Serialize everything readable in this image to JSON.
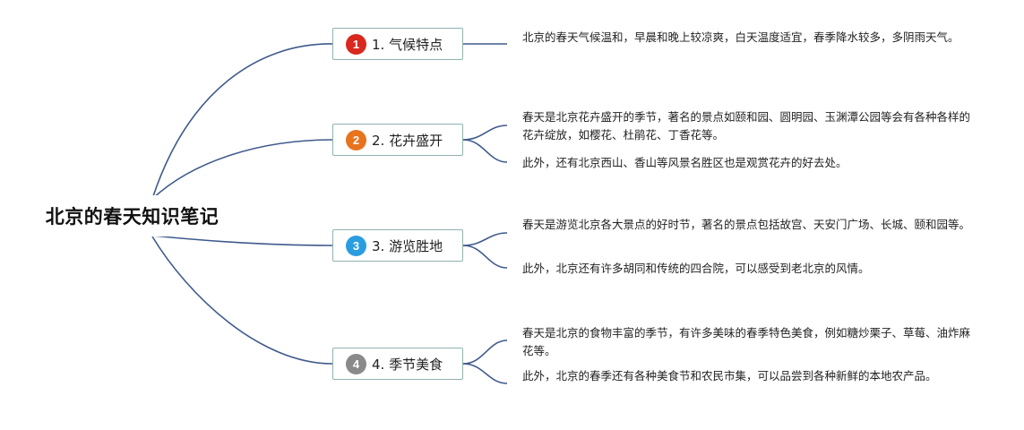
{
  "root": {
    "title": "北京的春天知识笔记"
  },
  "branches": [
    {
      "num": "1",
      "label": "1. 气候特点",
      "color": "#d9281e",
      "notes": [
        "北京的春天气候温和，早晨和晚上较凉爽，白天温度适宜，春季降水较多，多阴雨天气。"
      ]
    },
    {
      "num": "2",
      "label": "2. 花卉盛开",
      "color": "#e8731d",
      "notes": [
        "春天是北京花卉盛开的季节，著名的景点如颐和园、圆明园、玉渊潭公园等会有各种各样的花卉绽放，如樱花、杜鹃花、丁香花等。",
        "此外，还有北京西山、香山等风景名胜区也是观赏花卉的好去处。"
      ]
    },
    {
      "num": "3",
      "label": "3. 游览胜地",
      "color": "#2a9de0",
      "notes": [
        "春天是游览北京各大景点的好时节，著名的景点包括故宫、天安门广场、长城、颐和园等。",
        "此外，北京还有许多胡同和传统的四合院，可以感受到老北京的风情。"
      ]
    },
    {
      "num": "4",
      "label": "4. 季节美食",
      "color": "#8a8a8a",
      "notes": [
        "春天是北京的食物丰富的季节，有许多美味的春季特色美食，例如糖炒栗子、草莓、油炸麻花等。",
        "此外，北京的春季还有各种美食节和农民市集，可以品尝到各种新鲜的本地农产品。"
      ]
    }
  ],
  "line_color": "#3f5a8c"
}
